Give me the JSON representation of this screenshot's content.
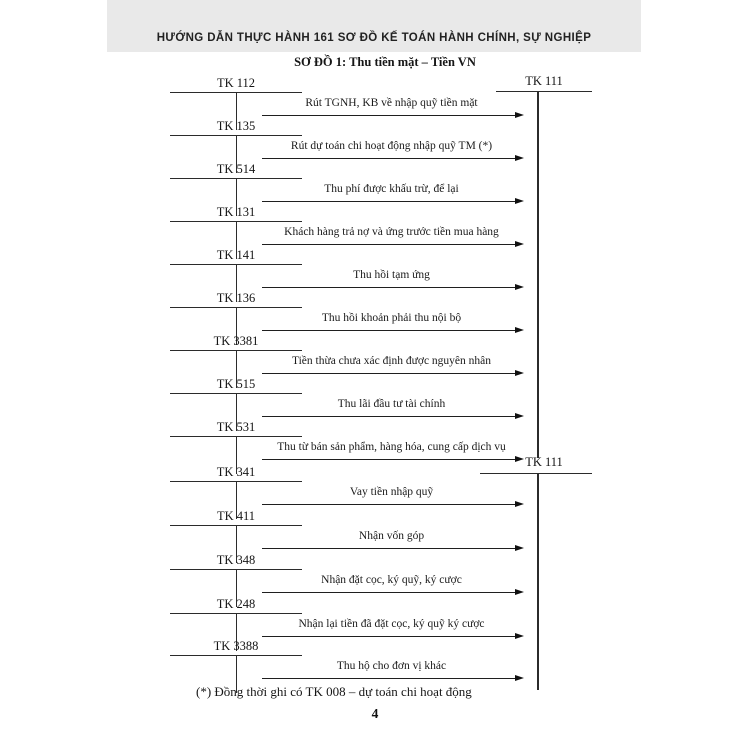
{
  "page": {
    "header": "HƯỚNG DẪN THỰC HÀNH 161 SƠ ĐỒ KẾ TOÁN HÀNH CHÍNH, SỰ NGHIỆP",
    "title": "SƠ ĐỒ 1: Thu tiền mặt – Tiền VN",
    "footnote": "(*) Đồng thời ghi có TK 008 – dự toán chi hoạt động",
    "page_number": "4"
  },
  "diagram": {
    "sections": [
      {
        "target_account": "TK 111",
        "rows": [
          {
            "account": "TK 112",
            "description": "Rút TGNH, KB về nhập quỹ tiền mặt"
          },
          {
            "account": "TK 135",
            "description": "Rút dự toán chi hoạt động nhập quỹ TM (*)"
          },
          {
            "account": "TK 514",
            "description": "Thu phí được khấu trừ, để lại"
          },
          {
            "account": "TK 131",
            "description": "Khách hàng trả nợ và ứng trước tiền mua hàng"
          },
          {
            "account": "TK 141",
            "description": "Thu hồi tạm ứng"
          },
          {
            "account": "TK 136",
            "description": "Thu hồi khoản phải thu nội bộ"
          },
          {
            "account": "TK 3381",
            "description": "Tiền thừa chưa xác định được nguyên nhân"
          },
          {
            "account": "TK 515",
            "description": "Thu lãi đầu tư tài chính"
          },
          {
            "account": "TK 531",
            "description": "Thu từ bán sản phẩm, hàng hóa, cung cấp dịch vụ"
          }
        ]
      },
      {
        "target_account": "TK 111",
        "rows": [
          {
            "account": "TK 341",
            "description": "Vay tiền nhập quỹ"
          },
          {
            "account": "TK 411",
            "description": "Nhận vốn góp"
          },
          {
            "account": "TK 348",
            "description": "Nhận đặt cọc, ký quỹ, ký cược"
          },
          {
            "account": "TK 248",
            "description": "Nhận lại tiền đã đặt cọc, ký quỹ ký cược"
          },
          {
            "account": "TK 3388",
            "description": "Thu hộ cho đơn vị khác"
          }
        ]
      }
    ]
  }
}
